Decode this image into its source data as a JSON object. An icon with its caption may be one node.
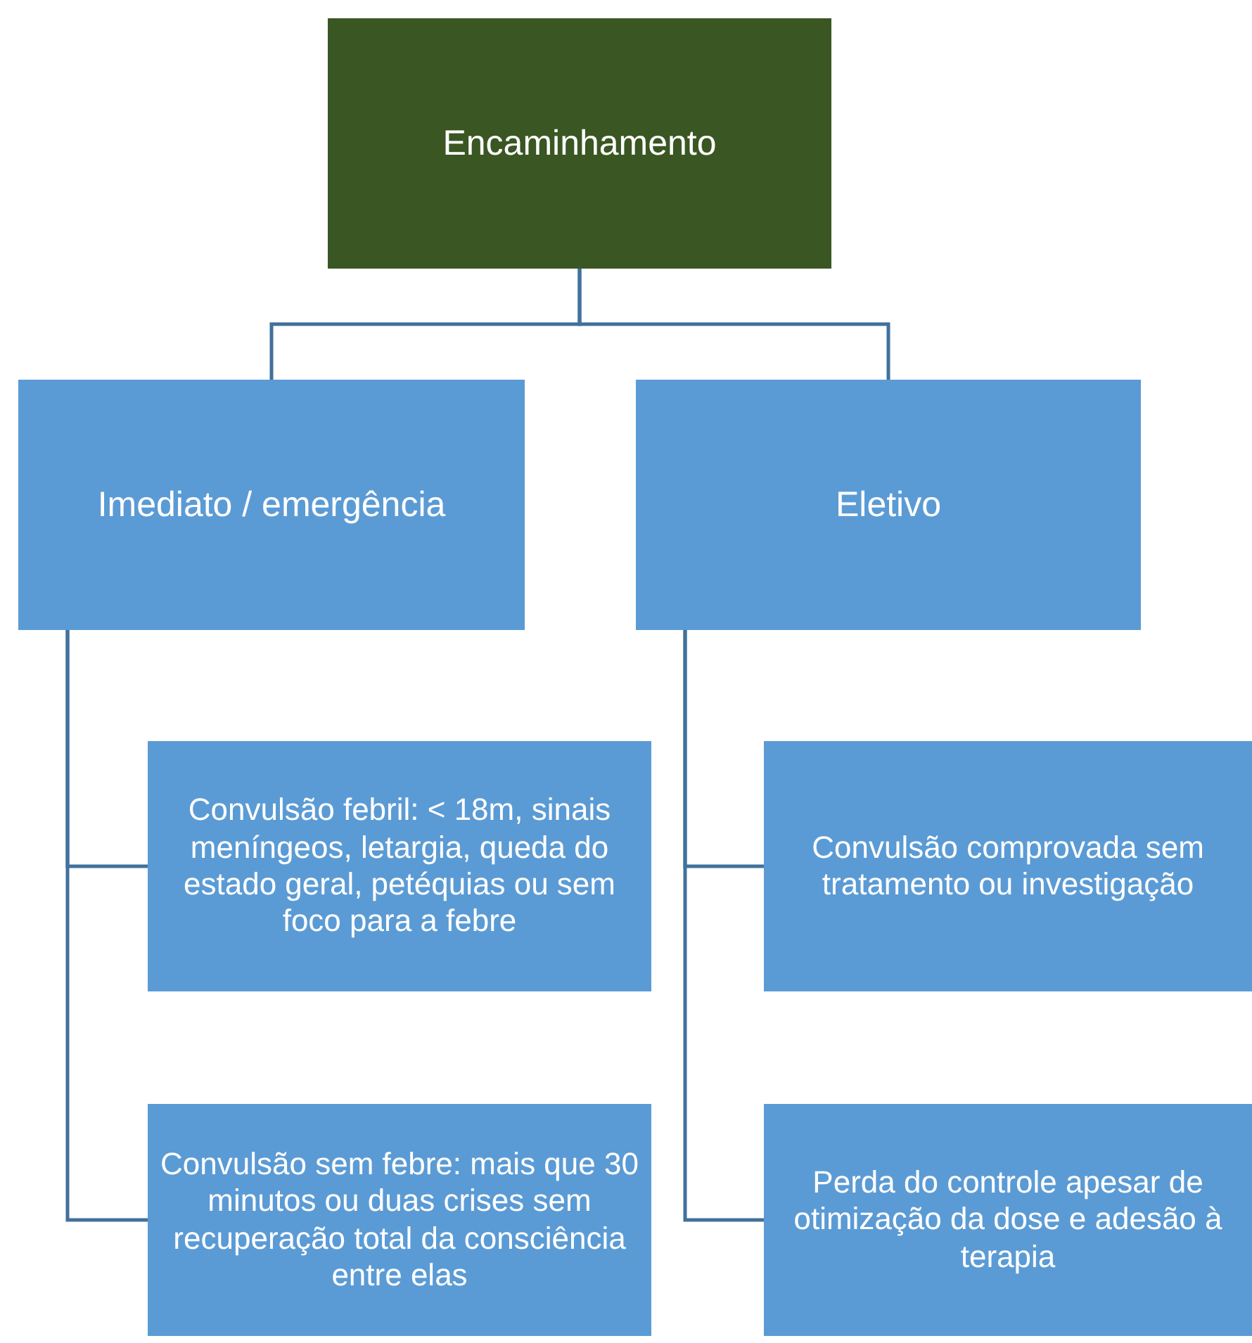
{
  "diagram": {
    "nodes": [
      {
        "text": [
          "Encaminhamento"
        ]
      },
      {
        "text": [
          "Imediato / emergência"
        ]
      },
      {
        "text": [
          "Eletivo"
        ]
      },
      {
        "text": [
          "Convulsão febril: < 18m, sinais meníngeos, letargia, queda do estado geral, petéquias ou sem foco para a febre"
        ]
      },
      {
        "text": [
          "Convulsão sem febre: mais que 30 minutos ou duas crises sem recuperação total da consciência entre elas"
        ]
      },
      {
        "text": [
          "Convulsão comprovada sem tratamento ou investigação"
        ]
      },
      {
        "text": [
          "Perda do controle apesar de otimização da dose e adesão à terapia"
        ]
      }
    ],
    "edges": [
      {
        "from": 0,
        "to": 1,
        "arrow": "none"
      },
      {
        "from": 0,
        "to": 2,
        "arrow": "none"
      },
      {
        "from": 1,
        "to": 3,
        "arrow": "none"
      },
      {
        "from": 1,
        "to": 4,
        "arrow": "none"
      },
      {
        "from": 2,
        "to": 5,
        "arrow": "none"
      },
      {
        "from": 2,
        "to": 6,
        "arrow": "none"
      }
    ]
  }
}
